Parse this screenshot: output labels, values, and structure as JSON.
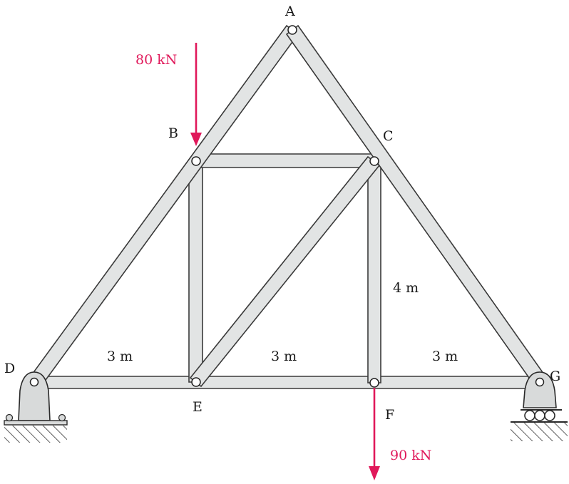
{
  "joints": {
    "A": "A",
    "B": "B",
    "C": "C",
    "D": "D",
    "E": "E",
    "F": "F",
    "G": "G"
  },
  "loads": {
    "at_B": "80 kN",
    "at_F": "90 kN"
  },
  "dimensions": {
    "span_DE": "3 m",
    "span_EF": "3 m",
    "span_FG": "3 m",
    "height_CF": "4 m"
  },
  "colors": {
    "member_fill": "#e2e4e4",
    "member_stroke": "#3a3a3a",
    "load_arrow": "#e0185a",
    "support_fill": "#d8dada"
  }
}
